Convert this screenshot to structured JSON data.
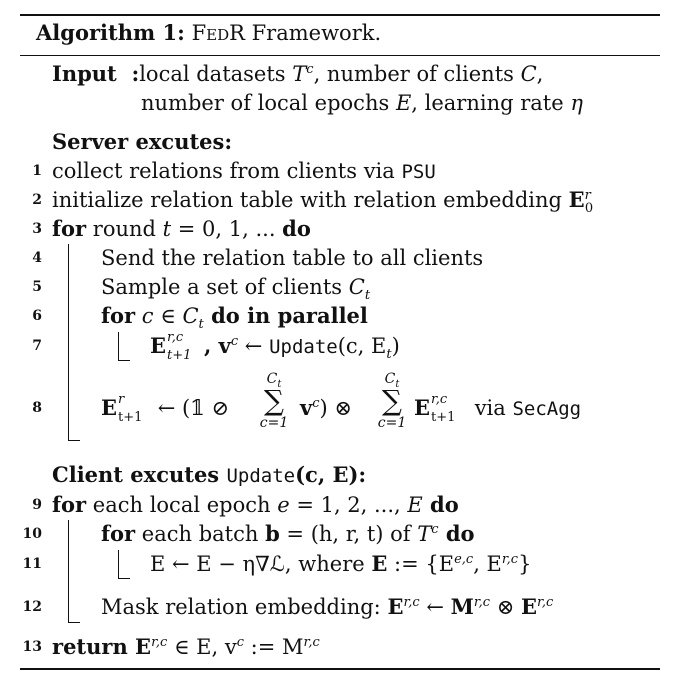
{
  "algorithm": {
    "label": "Algorithm 1:",
    "name_small_caps": "FedR",
    "name_rest": "Framework."
  },
  "input": {
    "label": "Input",
    "colon": ":",
    "line1": "local datasets T^c, number of clients C,",
    "line1_a": "local datasets ",
    "line1_T": "T",
    "line1_c": "c",
    "line1_b": ", number of clients ",
    "line1_C": "C",
    "line1_d": ",",
    "line2_a": "number of local epochs ",
    "line2_E": "E",
    "line2_b": ", learning rate ",
    "line2_eta": "η"
  },
  "server": {
    "header": "Server excutes:",
    "lines": [
      {
        "num": "1",
        "a": "collect relations from clients via ",
        "mono": "PSU"
      },
      {
        "num": "2",
        "a": "initialize relation table with relation embedding ",
        "E": "E",
        "sup": "r",
        "sub": "0"
      },
      {
        "num": "3",
        "kw": "for",
        "a": " round ",
        "t": "t",
        "b": " = 0, 1, ... ",
        "kw2": "do"
      },
      {
        "num": "4",
        "a": "Send the relation table to all clients"
      },
      {
        "num": "5",
        "a": "Sample a set of clients ",
        "C": "C",
        "sub": "t"
      },
      {
        "num": "6",
        "kw": "for",
        "c": " c ∈ ",
        "C": "C",
        "sub": "t",
        "kw2": " do in parallel"
      },
      {
        "num": "7",
        "E": "E",
        "sup": "r,c",
        "sub": "t+1",
        "v": ", v",
        "vsup": "c",
        "arrow": " ← ",
        "mono": "Update",
        "args": "(c, E",
        "argsub": "t",
        "close": ")"
      },
      {
        "num": "8",
        "E": "E",
        "sup": "r",
        "sub": "t+1",
        "arrow": " ← (𝟙 ⊘ ",
        "sumtop": "C_t",
        "sumtop_C": "C",
        "sumtop_t": "t",
        "sumbot": "c=1",
        "v": "v",
        "vsup": "c",
        "mid": ") ⊗ ",
        "E2": "E",
        "sup2": "r,c",
        "sub2": "t+1",
        "via": " via ",
        "mono": "SecAgg"
      }
    ]
  },
  "client": {
    "header": "Client excutes ",
    "header_mono": "Update",
    "header_args": "(c, E):",
    "lines": [
      {
        "num": "9",
        "kw": "for",
        "a": " each local epoch ",
        "e": "e",
        "b": " = 1, 2, ..., ",
        "E": "E",
        "kw2": " do"
      },
      {
        "num": "10",
        "kw": "for",
        "a": " each batch ",
        "bvec": "b",
        "b": " = (h, r, t) of ",
        "T": "T",
        "sup": "c",
        "kw2": " do"
      },
      {
        "num": "11",
        "a": "E ← E − η∇",
        "L": "ℒ",
        "b": ", where ",
        "E": "E",
        "c": " := {E",
        "sup1": "e,c",
        "d": ", E",
        "sup2": "r,c",
        "e": "}"
      },
      {
        "num": "12",
        "a": "Mask relation embedding: ",
        "E": "E",
        "sup": "r,c",
        "arrow": " ← ",
        "M": "M",
        "msup": "r,c",
        "otimes": " ⊗ ",
        "E2": "E",
        "sup2": "r,c"
      },
      {
        "num": "13",
        "kw": "return",
        "E": " E",
        "sup": "r,c",
        "a": " ∈ E, v",
        "vsup": "c",
        "b": " := M",
        "msup": "r,c"
      }
    ]
  }
}
